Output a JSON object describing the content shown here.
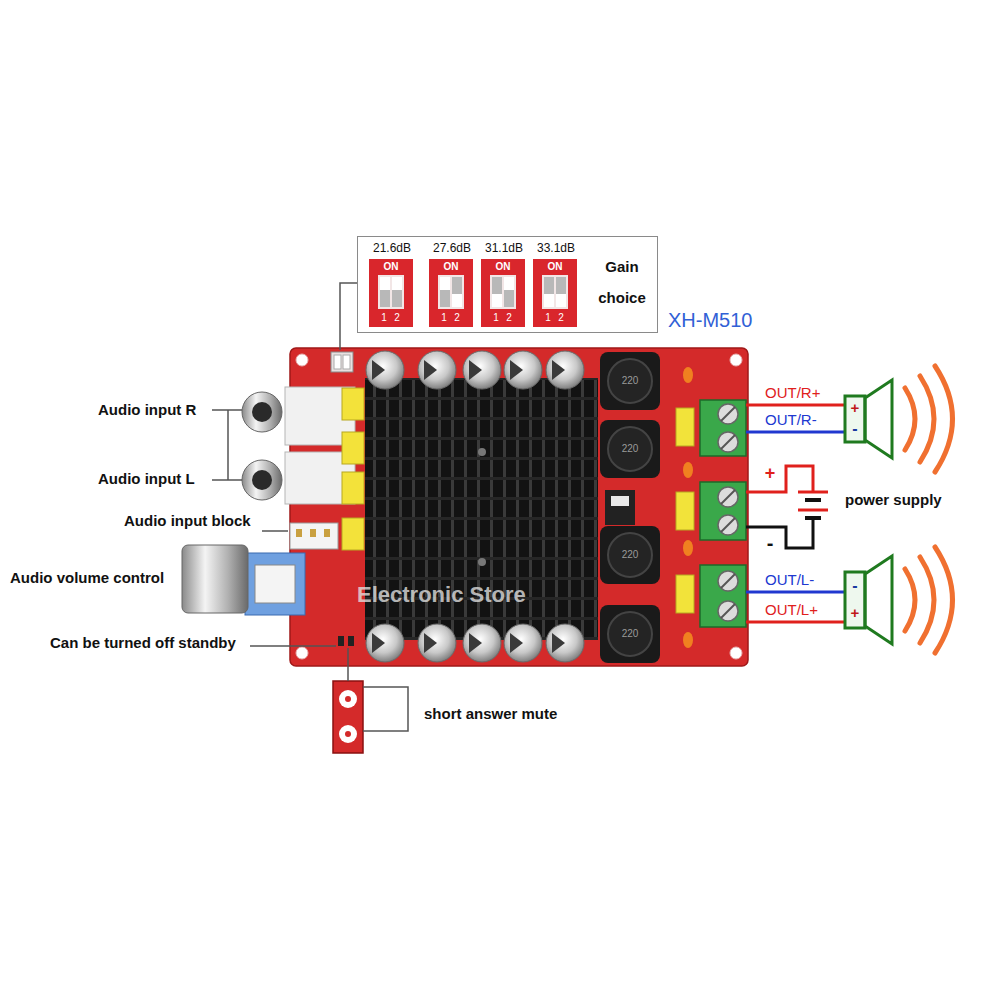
{
  "diagram": {
    "nodes": [
      {
        "text": [
          "Gain choice"
        ]
      },
      {
        "text": [
          "21.6dB",
          "ON",
          "1",
          "2"
        ],
        "in": 0
      },
      {
        "text": [
          "27.6dB",
          "ON",
          "1",
          "2"
        ],
        "in": 0
      },
      {
        "text": [
          "31.1dB",
          "ON",
          "1",
          "2"
        ],
        "in": 0
      },
      {
        "text": [
          "33.1dB",
          "ON",
          "1",
          "2"
        ],
        "in": 0
      }
    ],
    "labels": [
      "XH-M510",
      "Audio input R",
      "Audio input L",
      "Audio input block",
      "Audio volume control",
      "Can be turned off standby",
      "short answer mute",
      "OUT/R+",
      "OUT/R-",
      "+",
      "-",
      "+",
      "-",
      "power supply",
      "OUT/L-",
      "OUT/L+",
      "-",
      "+",
      "Electronic Store",
      "220",
      "220",
      "220",
      "220"
    ]
  }
}
